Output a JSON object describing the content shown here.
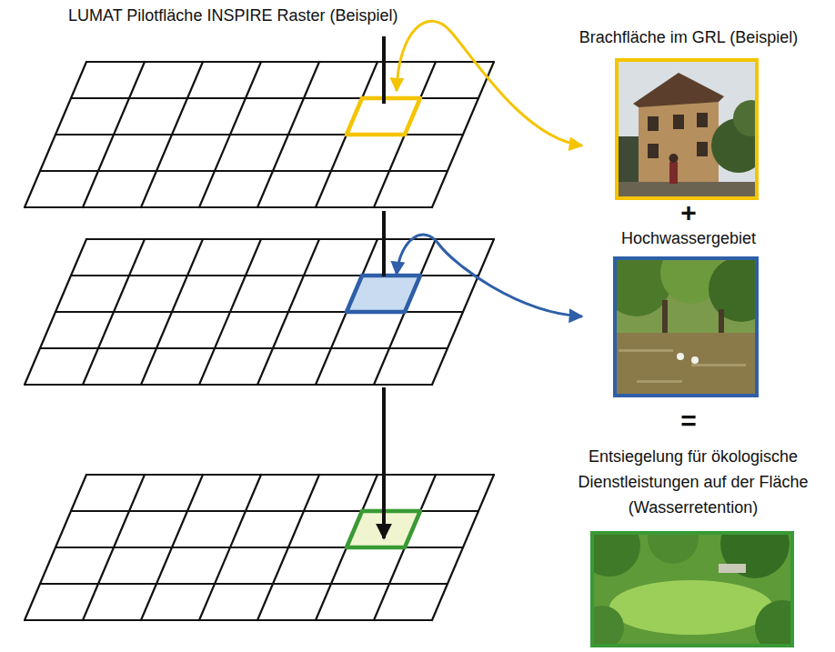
{
  "diagram": {
    "title": "LUMAT Pilotfläche INSPIRE Raster (Beispiel)",
    "nodes": [
      {
        "text": [
          "Brachfläche im GRL (Beispiel)"
        ]
      },
      {
        "text": [
          "Hochwassergebiet"
        ]
      },
      {
        "text": [
          "Entsiegelung für ökologische Dienstleistungen auf der Fläche (Wasserretention)"
        ]
      }
    ],
    "labels": [
      "+",
      "="
    ]
  }
}
